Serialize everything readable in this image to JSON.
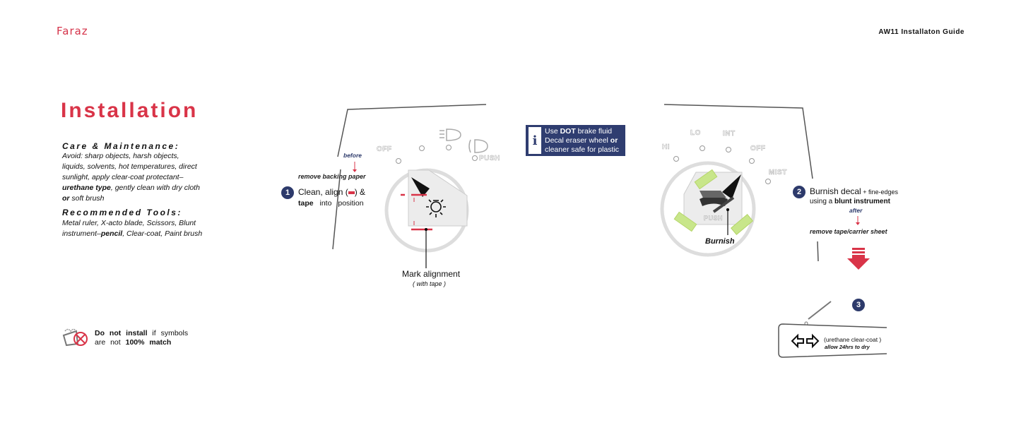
{
  "header": {
    "brand": "Faraz",
    "doc_title": "AW11  Installaton  Guide"
  },
  "title": "Installation",
  "care": {
    "heading": "Care & Maintenance:",
    "line_a": "Avoid: sharp objects, harsh objects, liquids, solvents, hot temperatures, direct sunlight, apply clear-coat  protectant–",
    "bold_a": "urethane type",
    "line_b": ", gently clean with dry cloth ",
    "bold_b": "or",
    "line_c": " soft brush"
  },
  "tools": {
    "heading": "Recommended  Tools:",
    "line_a": "Metal ruler, X-acto blade, Scissors, Blunt instrument–",
    "bold_a": "pencil",
    "line_b": ", Clear-coat, Paint brush"
  },
  "warning": {
    "bold": "Do not install",
    "text1": " if symbols",
    "text2": "are not ",
    "bold2": "100%  match"
  },
  "info": {
    "icon": "i",
    "l1a": "Use ",
    "l1b": "DOT",
    "l1c": " brake fluid",
    "l2a": "Decal eraser wheel ",
    "l2b": "or",
    "l3": "cleaner safe for plastic"
  },
  "step1": {
    "num": "1",
    "before": "before",
    "remove": "remove backing paper",
    "l1": "Clean, align (",
    "l1b": ") &",
    "tape": "tape",
    "l2": " into  position",
    "mark": "Mark alignment",
    "with": "( with   tape )"
  },
  "headlight_switch": {
    "off": "OFF",
    "push": "PUSH"
  },
  "wiper_switch": {
    "hi": "HI",
    "lo": "LO",
    "int": "INT",
    "off": "OFF",
    "mist": "MIST",
    "push": "PUSH",
    "burnish": "Burnish"
  },
  "step2": {
    "num": "2",
    "l1": "Burnish decal",
    "l1s": " + fine-edges",
    "l2": "using a ",
    "l2b": "blunt  instrument",
    "after": "after",
    "remove": "remove tape/carrier sheet"
  },
  "step3": {
    "num": "3",
    "coat": "(urethane clear-coat )",
    "dry": "allow   24hrs   to   dry"
  },
  "colors": {
    "accent": "#d93448",
    "navy": "#2d3a6b",
    "tape": "#c8e68a"
  }
}
